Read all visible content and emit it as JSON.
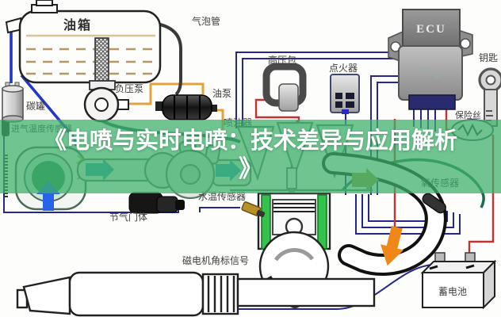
{
  "title": {
    "line1": "《电喷与实时电喷：技术差异与应用解析",
    "line2": "》"
  },
  "overlay": {
    "band_color": "#3eaf6a",
    "band_opacity": 0.74,
    "text_color": "#ffffff"
  },
  "diagram": {
    "labels": {
      "fuel_tank": "油箱",
      "bubble_pipe": "气泡管",
      "vacuum_pump": "负压泵",
      "carbon_canister": "碳罐",
      "fuel_pump": "油泵",
      "injector": "喷油器",
      "intake_temp_sensor": "进气温度传感器",
      "ignition_coil": "高压包",
      "igniter": "点火器",
      "ecu": "ECU",
      "key": "钥匙",
      "fuse": "保险丝",
      "throttle_body": "节气门体",
      "water_temp_sensor": "水温传感器",
      "magneto_signal": "磁电机角标信号",
      "oxygen_sensor": "氧传感器",
      "battery": "蓄电池"
    },
    "colors": {
      "wire_signal_navy": "#26268e",
      "wire_power_red": "#c23333",
      "wire_pump_yellow": "#e2a33c",
      "pipe_vapor_blue": "#2438c8",
      "pipe_vacuum_green": "#1f5f4e",
      "arrow_intake_teal": "#2e9ab8",
      "arrow_cool_blue": "#2563e8",
      "arrow_exhaust_orange": "#ef8818",
      "arrow_burned_olive": "#9c9a3f",
      "cylinder_liner_green": "#35c24a"
    }
  }
}
